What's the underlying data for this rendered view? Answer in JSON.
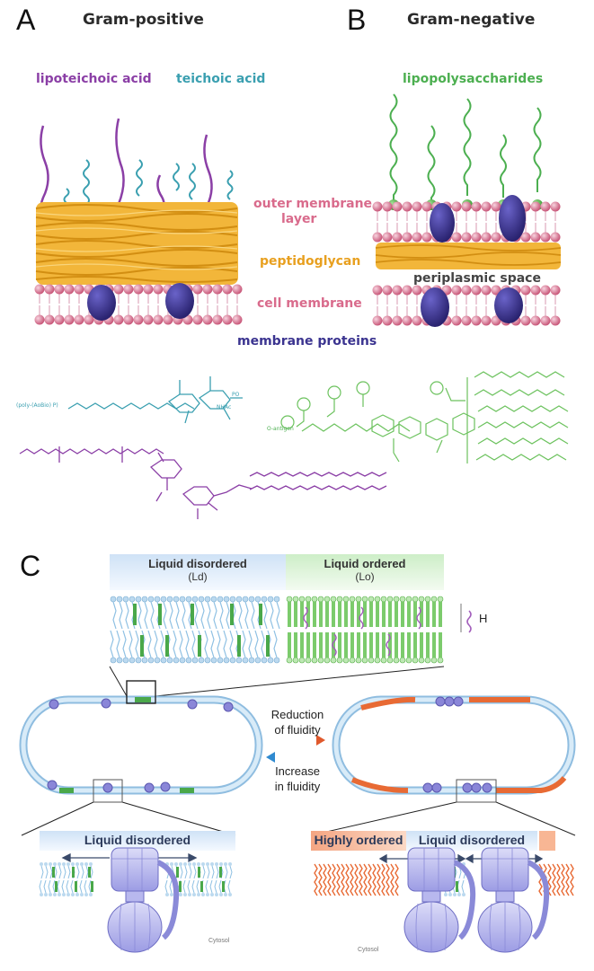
{
  "panels": {
    "a": "A",
    "b": "B",
    "c": "C"
  },
  "headings": {
    "gram_positive": "Gram-positive",
    "gram_negative": "Gram-negative"
  },
  "labels": {
    "lipoteichoic_acid": "lipoteichoic acid",
    "teichoic_acid": "teichoic acid",
    "lipopolysaccharides": "lipopolysaccharides",
    "outer_membrane_line1": "outer membrane",
    "outer_membrane_line2": "layer",
    "peptidoglycan": "peptidoglycan",
    "periplasmic_space": "periplasmic space",
    "cell_membrane": "cell membrane",
    "membrane_proteins": "membrane proteins"
  },
  "chem": {
    "poly_prefix": "(poly-(AoBio) P)",
    "po": "PO",
    "nhac": "NHAc",
    "o_antigen": "O-antigen"
  },
  "panel_c": {
    "ld_title": "Liquid disordered",
    "ld_abbr": "(Ld)",
    "lo_title": "Liquid ordered",
    "lo_abbr": "(Lo)",
    "h_label": "H",
    "reduction_line1": "Reduction",
    "reduction_line2": "of fluidity",
    "increase_line1": "Increase",
    "increase_line2": "in fluidity",
    "bottom_left_band": "Liquid disordered",
    "bottom_right_band_1": "Highly ordered",
    "bottom_right_band_2": "Liquid disordered",
    "cytosol": "Cytosol"
  },
  "colors": {
    "purple": "#8b3fa6",
    "teal": "#3a9fb0",
    "green": "#4caf50",
    "pink": "#d96b8c",
    "orange": "#e8a020",
    "protein": "#3b3490",
    "light_blue": "#a9cde8",
    "lo_green": "#58b04a",
    "ordered_orange": "#e86a34"
  }
}
